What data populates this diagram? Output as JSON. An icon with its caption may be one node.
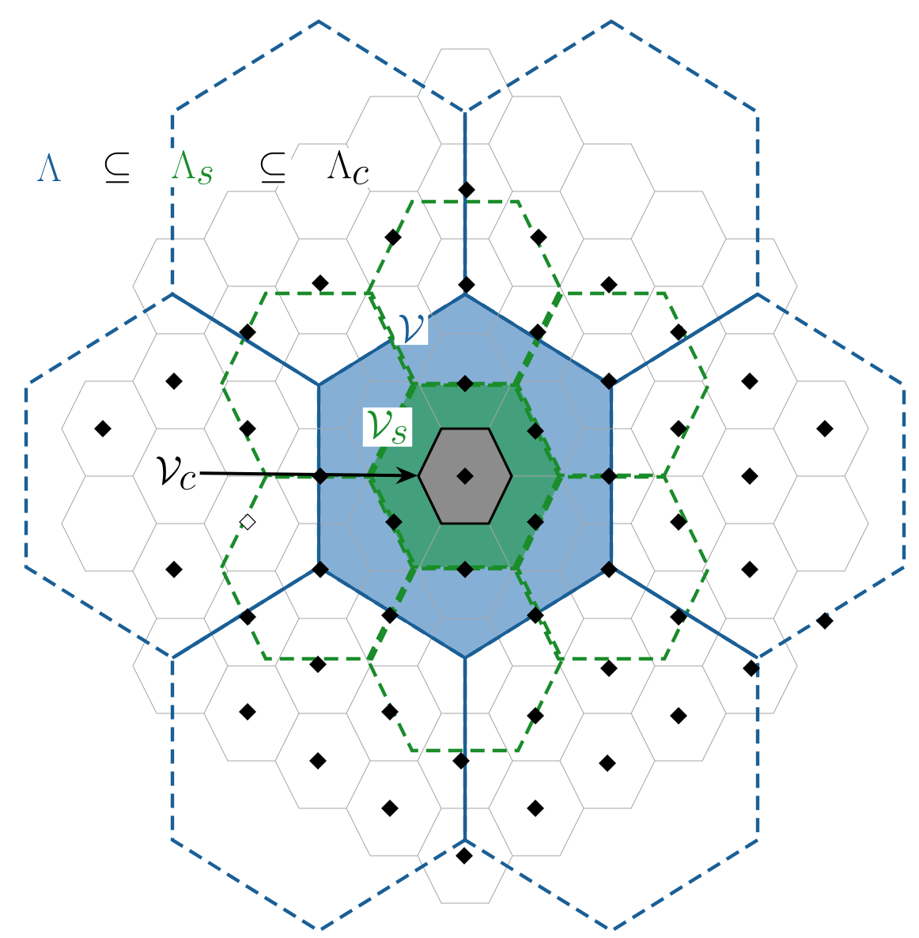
{
  "diagram": {
    "nodes": [
      {
        "text": [
          "\\mathcal{V}"
        ]
      },
      {
        "text": [
          "\\mathcal{V}_s"
        ],
        "in": 0
      },
      {
        "text": [],
        "shape": "hexagon",
        "in": 1
      },
      {
        "text": [
          "\\mathcal{V}_c"
        ]
      }
    ],
    "edges": [
      {
        "from": 3,
        "to": 2,
        "arrow": "to"
      }
    ],
    "labels": [
      "\\Lambda",
      "\\subseteq",
      "\\Lambda_s",
      "\\subseteq",
      "\\Lambda_c"
    ]
  }
}
